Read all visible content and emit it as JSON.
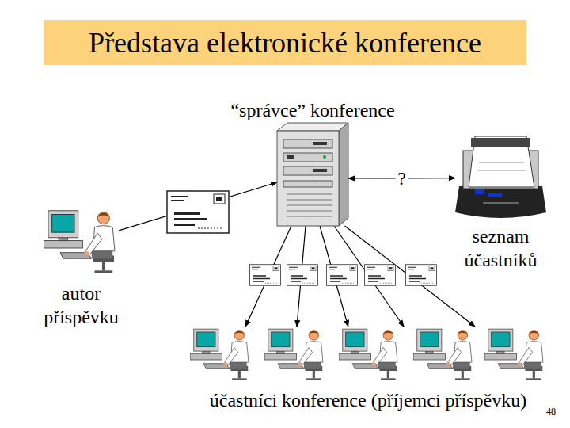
{
  "diagram": {
    "title": "Představa elektronické konference",
    "nodes": [
      {
        "text": [
          "“správce” konference"
        ]
      },
      {
        "text": [
          "seznam účastníků"
        ]
      },
      {
        "text": [
          "autor příspěvku"
        ]
      },
      {
        "text": [
          "účastníci konference (příjemci příspěvku)"
        ]
      }
    ],
    "edges": [
      {
        "from": 2,
        "to": 0,
        "arrow": "to"
      },
      {
        "from": 0,
        "to": 1,
        "label": "?",
        "arrow": "both"
      },
      {
        "from": 0,
        "to": 3,
        "arrow": "to"
      },
      {
        "from": 0,
        "to": 3,
        "arrow": "to"
      },
      {
        "from": 0,
        "to": 3,
        "arrow": "to"
      },
      {
        "from": 0,
        "to": 3,
        "arrow": "to"
      },
      {
        "from": 0,
        "to": 3,
        "arrow": "to"
      }
    ],
    "labels": [
      "48"
    ]
  }
}
